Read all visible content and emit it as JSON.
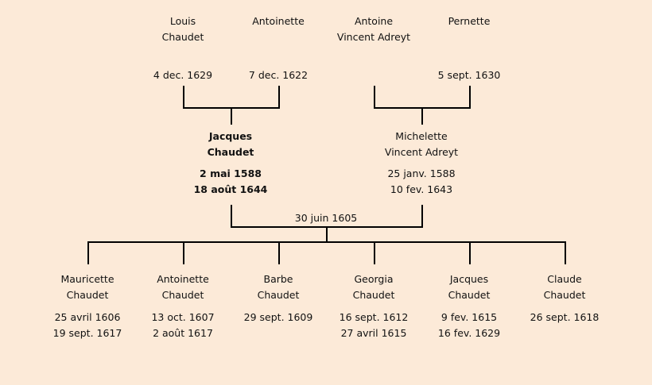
{
  "grandparents": [
    {
      "name": [
        "Louis",
        "Chaudet"
      ],
      "dates": [
        "4 dec. 1629"
      ]
    },
    {
      "name": [
        "Antoinette"
      ],
      "dates": [
        "7 dec. 1622"
      ]
    },
    {
      "name": [
        "Antoine",
        "Vincent Adreyt"
      ],
      "dates": []
    },
    {
      "name": [
        "Pernette"
      ],
      "dates": [
        "5 sept. 1630"
      ]
    }
  ],
  "parents": [
    {
      "name": [
        "Jacques",
        "Chaudet"
      ],
      "dates": [
        "2 mai 1588",
        "18 août 1644"
      ],
      "highlighted": true
    },
    {
      "name": [
        "Michelette",
        "Vincent Adreyt"
      ],
      "dates": [
        "25 janv. 1588",
        "10 fev. 1643"
      ]
    }
  ],
  "marriage_date": "30 juin 1605",
  "children": [
    {
      "name": [
        "Mauricette",
        "Chaudet"
      ],
      "dates": [
        "25 avril 1606",
        "19 sept. 1617"
      ]
    },
    {
      "name": [
        "Antoinette",
        "Chaudet"
      ],
      "dates": [
        "13 oct. 1607",
        "2 août 1617"
      ]
    },
    {
      "name": [
        "Barbe",
        "Chaudet"
      ],
      "dates": [
        "29 sept. 1609"
      ]
    },
    {
      "name": [
        "Georgia",
        "Chaudet"
      ],
      "dates": [
        "16 sept. 1612",
        "27 avril 1615"
      ]
    },
    {
      "name": [
        "Jacques",
        "Chaudet"
      ],
      "dates": [
        "9 fev. 1615",
        "16 fev. 1629"
      ]
    },
    {
      "name": [
        "Claude",
        "Chaudet"
      ],
      "dates": [
        "26 sept. 1618"
      ]
    }
  ],
  "colors": {
    "background": "#fcead8",
    "line": "#000000"
  }
}
